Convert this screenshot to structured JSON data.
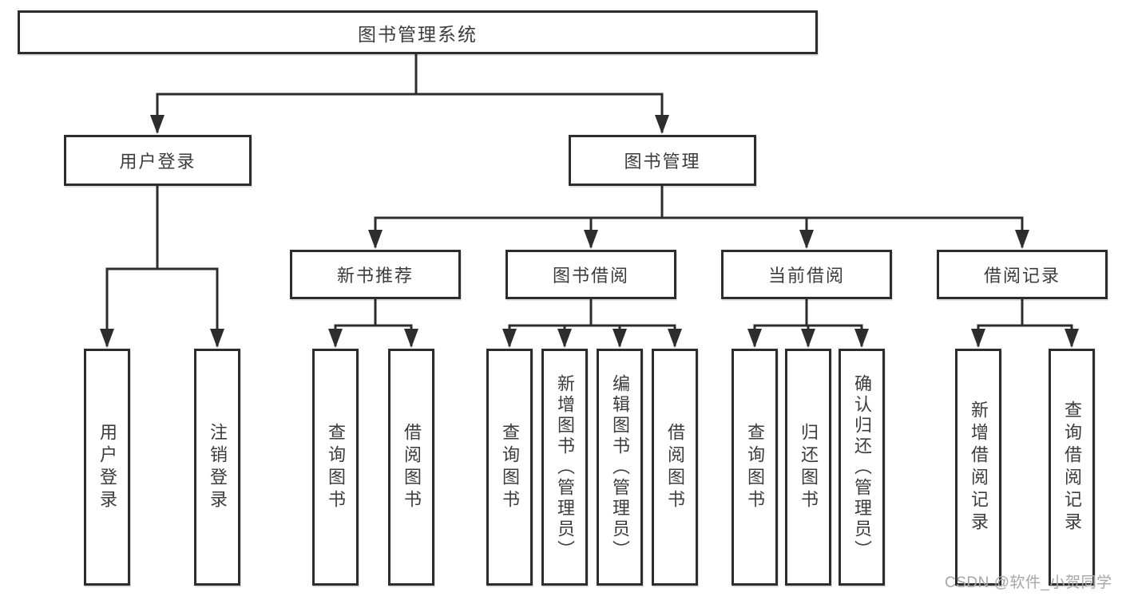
{
  "tree": {
    "root": {
      "label": "图书管理系统"
    },
    "level2": [
      {
        "label": "用户登录",
        "children": [
          {
            "label": "用户登录"
          },
          {
            "label": "注销登录"
          }
        ]
      },
      {
        "label": "图书管理",
        "children": [
          {
            "label": "新书推荐",
            "children": [
              {
                "label": "查询图书"
              },
              {
                "label": "借阅图书"
              }
            ]
          },
          {
            "label": "图书借阅",
            "children": [
              {
                "label": "查询图书"
              },
              {
                "label": "新增图书（管理员）"
              },
              {
                "label": "编辑图书（管理员）"
              },
              {
                "label": "借阅图书"
              }
            ]
          },
          {
            "label": "当前借阅",
            "children": [
              {
                "label": "查询图书"
              },
              {
                "label": "归还图书"
              },
              {
                "label": "确认归还（管理员）"
              }
            ]
          },
          {
            "label": "借阅记录",
            "children": [
              {
                "label": "新增借阅记录"
              },
              {
                "label": "查询借阅记录"
              }
            ]
          }
        ]
      }
    ]
  },
  "watermark": {
    "text": "CSDN @软件_小贺同学"
  },
  "colors": {
    "line": "#2d2d2d",
    "box_border": "#2d2d2d",
    "text": "#3c3c3c",
    "watermark": "#a6a6a6",
    "background": "#ffffff"
  }
}
